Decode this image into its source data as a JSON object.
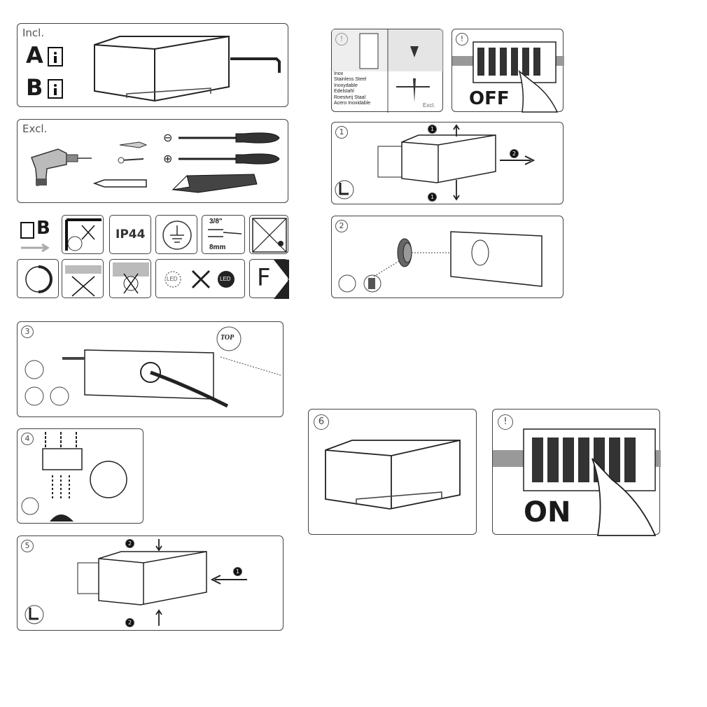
{
  "included": {
    "label": "Incl.",
    "doc_a": "A",
    "doc_b": "B"
  },
  "excluded": {
    "label": "Excl.",
    "minus_symbol": "⊖",
    "plus_symbol": "⊕"
  },
  "symbols": {
    "doc_b": "B",
    "ip_rating": "IP44",
    "strip_length_inch": "3/8\"",
    "strip_length_mm": "8mm",
    "led_label": "LED",
    "class_letter": "F"
  },
  "screw_panel": {
    "step": "!",
    "materials": [
      "Inox",
      "Stainless Steel",
      "Inoxydable",
      "Edelstahl",
      "Roestvrij Staal",
      "Acero Inoxidable"
    ],
    "excl_label": "Excl."
  },
  "breaker_off": {
    "step": "!",
    "state": "OFF"
  },
  "step1": {
    "number": "1",
    "sub_1": "1",
    "sub_2": "2"
  },
  "step2": {
    "number": "2"
  },
  "step3": {
    "number": "3",
    "top_label": "TOP"
  },
  "step4": {
    "number": "4"
  },
  "step5": {
    "number": "5",
    "sub_1": "1",
    "sub_2": "2"
  },
  "step6": {
    "number": "6"
  },
  "breaker_on": {
    "step": "!",
    "state": "ON"
  }
}
